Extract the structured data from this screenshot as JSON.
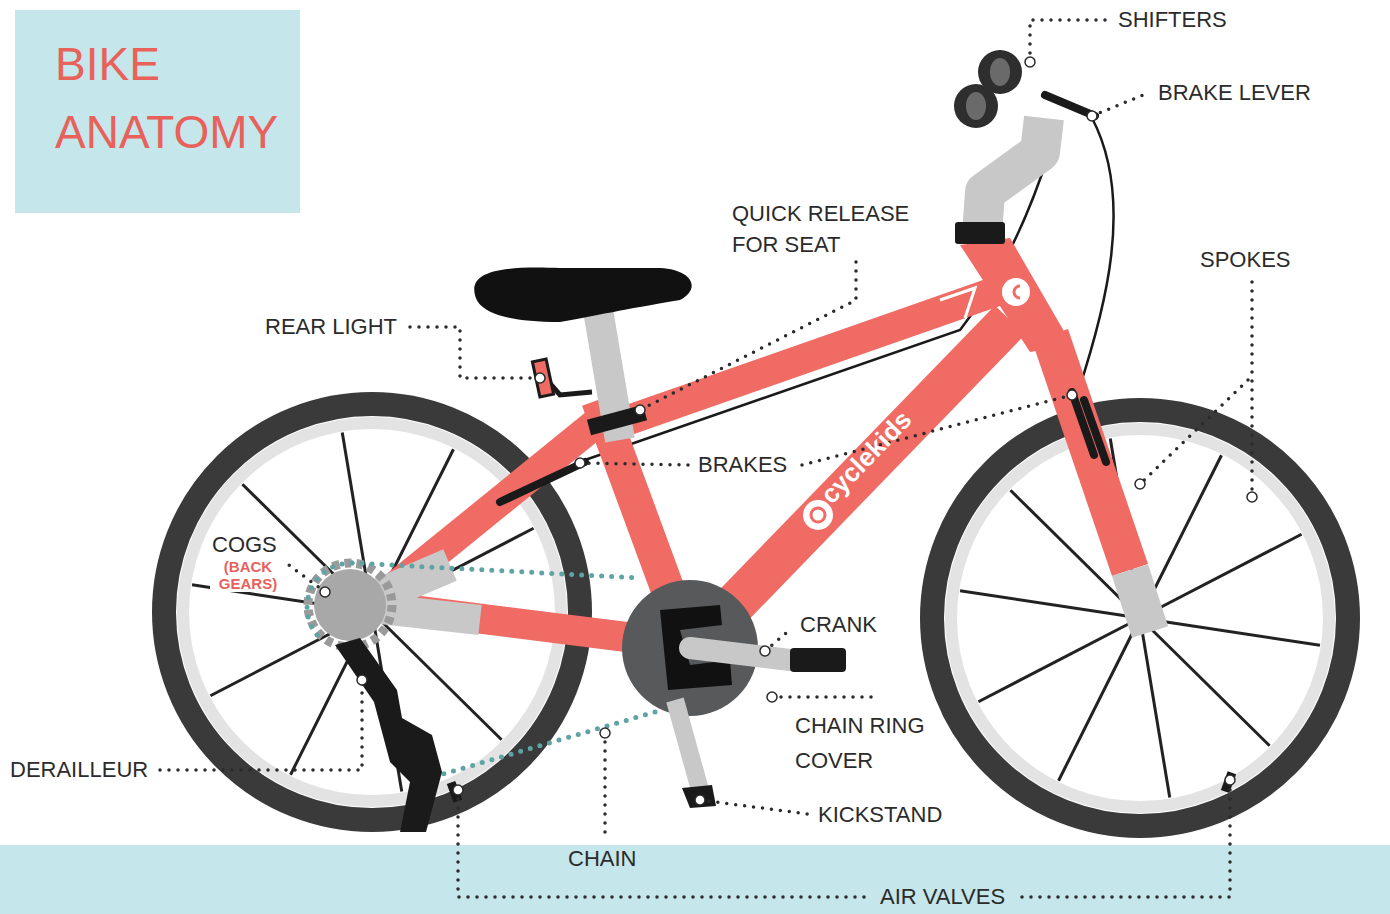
{
  "diagram": {
    "title": "BIKE ANATOMY",
    "labels": [
      "SHIFTERS",
      "BRAKE LEVER",
      "QUICK RELEASE FOR SEAT",
      "SPOKES",
      "REAR LIGHT",
      "BRAKES",
      "COGS",
      "(BACK GEARS)",
      "CRANK",
      "CHAIN RING COVER",
      "DERAILLEUR",
      "KICKSTAND",
      "CHAIN",
      "AIR VALVES",
      "cyclekids"
    ]
  }
}
